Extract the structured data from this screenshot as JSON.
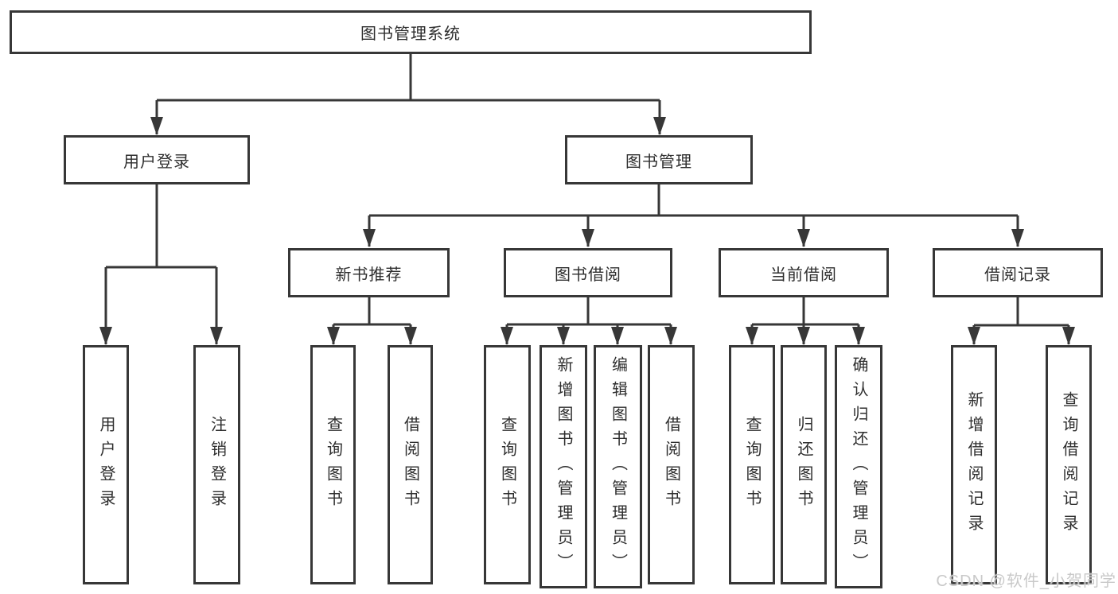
{
  "colors": {
    "line": "#373737",
    "text": "#2e2e2e",
    "background": "#ffffff",
    "watermark": "#c9c9c9"
  },
  "watermark": {
    "text": "CSDN @软件_小贺同学"
  },
  "diagram": {
    "root": {
      "label": "图书管理系统"
    },
    "branches": [
      {
        "label": "用户登录",
        "children": [
          {
            "label": "用户登录"
          },
          {
            "label": "注销登录"
          }
        ]
      },
      {
        "label": "图书管理",
        "children": [
          {
            "label": "新书推荐",
            "children": [
              {
                "label": "查询图书"
              },
              {
                "label": "借阅图书"
              }
            ]
          },
          {
            "label": "图书借阅",
            "children": [
              {
                "label": "查询图书"
              },
              {
                "label": "新增图书（管理员）"
              },
              {
                "label": "编辑图书（管理员）"
              },
              {
                "label": "借阅图书"
              }
            ]
          },
          {
            "label": "当前借阅",
            "children": [
              {
                "label": "查询图书"
              },
              {
                "label": "归还图书"
              },
              {
                "label": "确认归还（管理员）"
              }
            ]
          },
          {
            "label": "借阅记录",
            "children": [
              {
                "label": "新增借阅记录"
              },
              {
                "label": "查询借阅记录"
              }
            ]
          }
        ]
      }
    ]
  }
}
